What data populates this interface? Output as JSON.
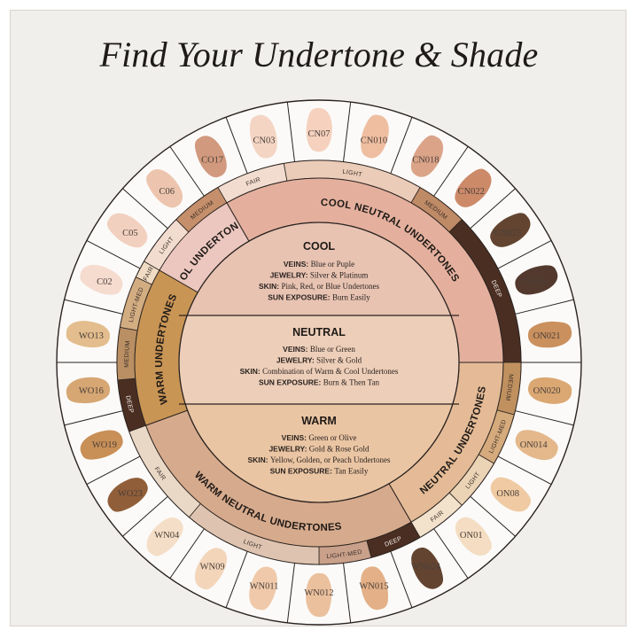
{
  "title": "Find Your Undertone & Shade",
  "center": {
    "cool": {
      "heading": "COOL",
      "lines": [
        {
          "label": "VEINS:",
          "value": "Blue or Puple"
        },
        {
          "label": "JEWELRY:",
          "value": "Silver & Platinum"
        },
        {
          "label": "SKIN:",
          "value": "Pink, Red, or Blue Undertones"
        },
        {
          "label": "SUN EXPOSURE:",
          "value": "Burn Easily"
        }
      ]
    },
    "neutral": {
      "heading": "NEUTRAL",
      "lines": [
        {
          "label": "VEINS:",
          "value": "Blue or Green"
        },
        {
          "label": "JEWELRY:",
          "value": "Silver & Gold"
        },
        {
          "label": "SKIN:",
          "value": "Combination of Warm & Cool Undertones"
        },
        {
          "label": "SUN EXPOSURE:",
          "value": "Burn & Then Tan"
        }
      ]
    },
    "warm": {
      "heading": "WARM",
      "lines": [
        {
          "label": "VEINS:",
          "value": "Green or Olive"
        },
        {
          "label": "JEWELRY:",
          "value": "Gold & Rose Gold"
        },
        {
          "label": "SKIN:",
          "value": "Yellow, Golden, or Peach Undertones"
        },
        {
          "label": "SUN EXPOSURE:",
          "value": "Tan Easily"
        }
      ]
    }
  },
  "undertones": [
    {
      "name": "COOL UNDERTONES",
      "color": "#ecc7bf",
      "start": -60,
      "end": -30
    },
    {
      "name": "COOL NEUTRAL UNDERTONES",
      "color": "#e4b09d",
      "start": -30,
      "end": 90
    },
    {
      "name": "NEUTRAL UNDERTONES",
      "color": "#e4bb96",
      "start": 90,
      "end": 150
    },
    {
      "name": "WARM NEUTRAL UNDERTONES",
      "color": "#d6aa8c",
      "start": 150,
      "end": 250
    },
    {
      "name": "WARM UNDERTONES",
      "color": "#c99555",
      "start": 250,
      "end": 300
    }
  ],
  "depth_bands": [
    {
      "label": "LIGHT",
      "color": "#f2dccf",
      "start": -60,
      "end": -45
    },
    {
      "label": "MEDIUM",
      "color": "#c58f6b",
      "start": -45,
      "end": -30
    },
    {
      "label": "FAIR",
      "color": "#f2dccf",
      "start": -30,
      "end": -10
    },
    {
      "label": "LIGHT",
      "color": "#ebccb8",
      "start": -10,
      "end": 30
    },
    {
      "label": "MEDIUM",
      "color": "#bf8a66",
      "start": 30,
      "end": 45
    },
    {
      "label": "DEEP",
      "color": "#4a2e22",
      "start": 45,
      "end": 90
    },
    {
      "label": "MEDIUM",
      "color": "#c0915f",
      "start": 90,
      "end": 105
    },
    {
      "label": "LIGHT-MED",
      "color": "#d5aa7c",
      "start": 105,
      "end": 120
    },
    {
      "label": "LIGHT",
      "color": "#ebd3b5",
      "start": 120,
      "end": 135
    },
    {
      "label": "FAIR",
      "color": "#f3e2cb",
      "start": 135,
      "end": 150
    },
    {
      "label": "DEEP",
      "color": "#4a2e22",
      "start": 150,
      "end": 165
    },
    {
      "label": "LIGHT-MED",
      "color": "#c9a08a",
      "start": 165,
      "end": 180
    },
    {
      "label": "LIGHT",
      "color": "#dec4b0",
      "start": 180,
      "end": 220
    },
    {
      "label": "FAIR",
      "color": "#ead8c6",
      "start": 220,
      "end": 250
    },
    {
      "label": "DEEP",
      "color": "#4a2e22",
      "start": 250,
      "end": 265
    },
    {
      "label": "MEDIUM",
      "color": "#b98f63",
      "start": 265,
      "end": 280
    },
    {
      "label": "LIGHT-MED",
      "color": "#d3ad82",
      "start": 280,
      "end": 295
    },
    {
      "label": "FAIR",
      "color": "#f0dcc4",
      "start": 295,
      "end": 300
    }
  ],
  "shades": [
    {
      "code": "CN07",
      "color": "#f4cfbb"
    },
    {
      "code": "CN010",
      "color": "#eeba9c"
    },
    {
      "code": "CN018",
      "color": "#d99f83"
    },
    {
      "code": "CN022",
      "color": "#c98461"
    },
    {
      "code": "CN025",
      "color": "#5a3a26"
    },
    {
      "code": "CN026",
      "color": "#4a2e22"
    },
    {
      "code": "ON021",
      "color": "#c78a55"
    },
    {
      "code": "ON020",
      "color": "#d9a36c"
    },
    {
      "code": "ON014",
      "color": "#e3b485"
    },
    {
      "code": "ON08",
      "color": "#eec79d"
    },
    {
      "code": "ON01",
      "color": "#f3dbbf"
    },
    {
      "code": "WN024",
      "color": "#5a3a26"
    },
    {
      "code": "WN015",
      "color": "#e1ac81"
    },
    {
      "code": "WN012",
      "color": "#eabd98"
    },
    {
      "code": "WN011",
      "color": "#eec6a5"
    },
    {
      "code": "WN09",
      "color": "#f2d3b6"
    },
    {
      "code": "WN04",
      "color": "#f4dcc4"
    },
    {
      "code": "WO23",
      "color": "#8a552e"
    },
    {
      "code": "WO19",
      "color": "#c5894e"
    },
    {
      "code": "WO16",
      "color": "#d4a16b"
    },
    {
      "code": "WO13",
      "color": "#e2b987"
    },
    {
      "code": "C02",
      "color": "#f5d9cc"
    },
    {
      "code": "C05",
      "color": "#f1cdbc"
    },
    {
      "code": "C06",
      "color": "#ecc2ab"
    },
    {
      "code": "CO17",
      "color": "#cf9476"
    },
    {
      "code": "CN03",
      "color": "#f3d3c0"
    }
  ]
}
